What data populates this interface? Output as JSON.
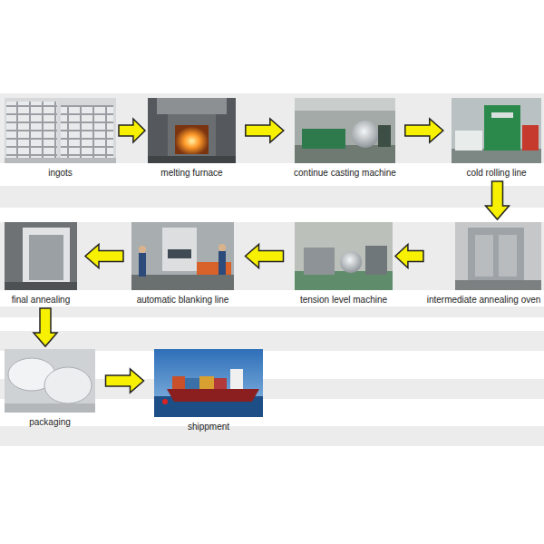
{
  "diagram": {
    "nodes": [
      {
        "text": [
          "ingots"
        ]
      },
      {
        "text": [
          "melting furnace"
        ]
      },
      {
        "text": [
          "continue casting machine"
        ]
      },
      {
        "text": [
          "cold rolling line"
        ]
      },
      {
        "text": [
          "intermediate annealing oven"
        ]
      },
      {
        "text": [
          "tension level machine"
        ]
      },
      {
        "text": [
          "automatic blanking line"
        ]
      },
      {
        "text": [
          "final annealing"
        ]
      },
      {
        "text": [
          "packaging"
        ]
      },
      {
        "text": [
          "shippment"
        ]
      }
    ],
    "edges": [
      {
        "from": 0,
        "to": 1,
        "arrow": "to"
      },
      {
        "from": 1,
        "to": 2,
        "arrow": "to"
      },
      {
        "from": 2,
        "to": 3,
        "arrow": "to"
      },
      {
        "from": 3,
        "to": 4,
        "arrow": "to"
      },
      {
        "from": 4,
        "to": 5,
        "arrow": "to"
      },
      {
        "from": 5,
        "to": 6,
        "arrow": "to"
      },
      {
        "from": 6,
        "to": 7,
        "arrow": "to"
      },
      {
        "from": 7,
        "to": 8,
        "arrow": "to"
      },
      {
        "from": 8,
        "to": 9,
        "arrow": "to"
      }
    ]
  }
}
